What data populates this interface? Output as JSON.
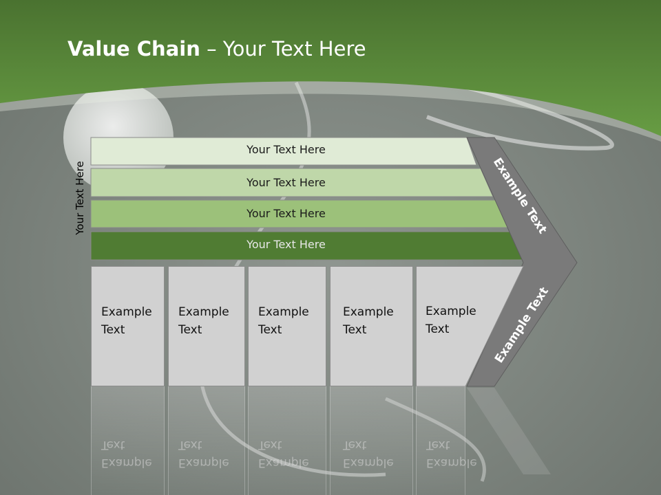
{
  "title": {
    "bold": "Value Chain",
    "rest": " – Your Text Here"
  },
  "side_label": "Your Text Here",
  "bars": [
    {
      "text": "Your Text Here",
      "fill": "#e0ebd6",
      "text_color": "#1a1a1a"
    },
    {
      "text": "Your Text Here",
      "fill": "#bfd7a9",
      "text_color": "#1a1a1a"
    },
    {
      "text": "Your Text Here",
      "fill": "#9cc17a",
      "text_color": "#1a1a1a"
    },
    {
      "text": "Your Text Here",
      "fill": "#507c33",
      "text_color": "#e8e8e8"
    }
  ],
  "boxes": [
    {
      "line1": "Example",
      "line2": "Text"
    },
    {
      "line1": "Example",
      "line2": "Text"
    },
    {
      "line1": "Example",
      "line2": "Text"
    },
    {
      "line1": "Example",
      "line2": "Text"
    },
    {
      "line1": "Example",
      "line2": "Text"
    }
  ],
  "arrow": {
    "upper_text": "Example Text",
    "lower_text": "Example Text",
    "fill": "#7a7a7a"
  },
  "colors": {
    "header_green": "#4f7a33",
    "arrow_gray": "#7a7a7a",
    "box_gray": "#d1d1d1"
  }
}
